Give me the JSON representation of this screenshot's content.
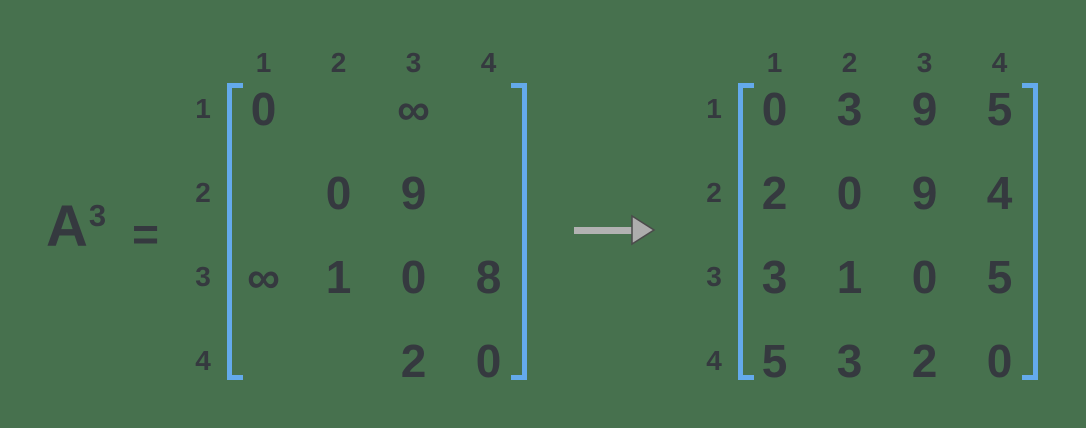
{
  "colors": {
    "bg": "#47714E",
    "text": "#35393F",
    "bracket": "#64AAEB",
    "arrow-shaft": "#B2B2B2",
    "arrow-head": "#ADADAD",
    "arrow-outline": "#4B4B4B"
  },
  "label": {
    "base": "A",
    "exponent": "3",
    "equals": "="
  },
  "matrices": [
    {
      "col_headers": [
        "1",
        "2",
        "3",
        "4"
      ],
      "row_headers": [
        "1",
        "2",
        "3",
        "4"
      ],
      "rows": [
        [
          "0",
          "",
          "∞",
          ""
        ],
        [
          "",
          "0",
          "9",
          ""
        ],
        [
          "∞",
          "1",
          "0",
          "8"
        ],
        [
          "",
          "",
          "2",
          "0"
        ]
      ]
    },
    {
      "col_headers": [
        "1",
        "2",
        "3",
        "4"
      ],
      "row_headers": [
        "1",
        "2",
        "3",
        "4"
      ],
      "rows": [
        [
          "0",
          "3",
          "9",
          "5"
        ],
        [
          "2",
          "0",
          "9",
          "4"
        ],
        [
          "3",
          "1",
          "0",
          "5"
        ],
        [
          "5",
          "3",
          "2",
          "0"
        ]
      ]
    }
  ]
}
